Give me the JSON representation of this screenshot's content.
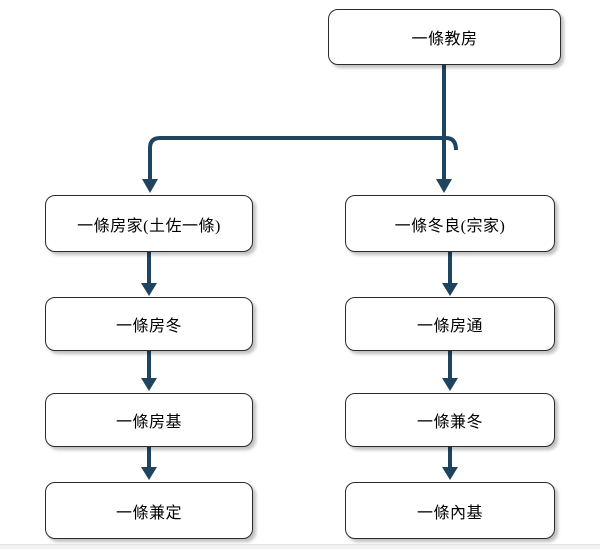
{
  "colors": {
    "connector": "#1f4460",
    "box_border": "#2b2b2b",
    "box_fill": "#ffffff",
    "text": "#000000",
    "shadow": "rgba(0,0,0,0.25)"
  },
  "nodes": {
    "root": "一條教房",
    "left_head": "一條房家(土佐一條)",
    "left_child_1": "一條房冬",
    "left_child_2": "一條房基",
    "left_child_3": "一條兼定",
    "right_head": "一條冬良(宗家)",
    "right_child_1": "一條房通",
    "right_child_2": "一條兼冬",
    "right_child_3": "一條內基"
  },
  "edges": [
    {
      "from": "root",
      "to": "left_head"
    },
    {
      "from": "root",
      "to": "right_head"
    },
    {
      "from": "left_head",
      "to": "left_child_1"
    },
    {
      "from": "left_child_1",
      "to": "left_child_2"
    },
    {
      "from": "left_child_2",
      "to": "left_child_3"
    },
    {
      "from": "right_head",
      "to": "right_child_1"
    },
    {
      "from": "right_child_1",
      "to": "right_child_2"
    },
    {
      "from": "right_child_2",
      "to": "right_child_3"
    }
  ]
}
